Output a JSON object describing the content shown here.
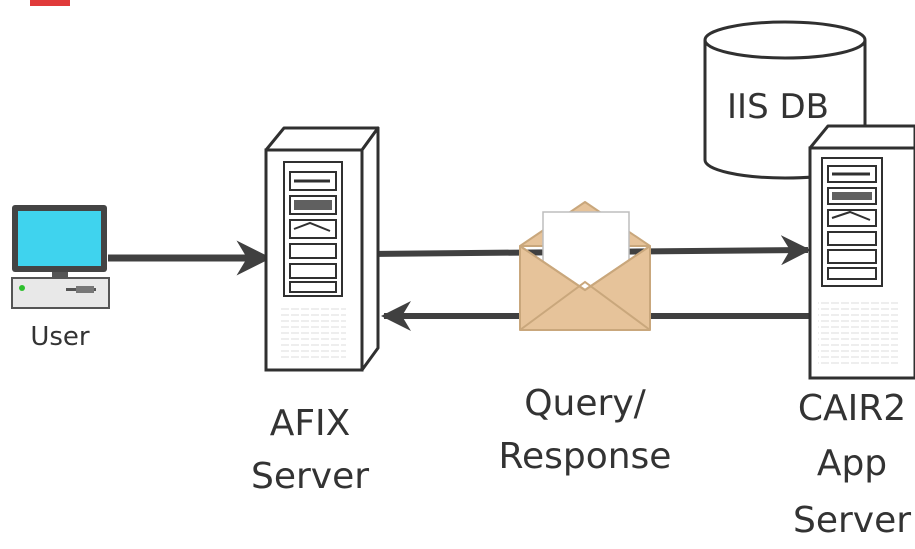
{
  "user": {
    "label": "User"
  },
  "afix": {
    "line1": "AFIX",
    "line2": "Server"
  },
  "message": {
    "line1": "Query/",
    "line2": "Response"
  },
  "cair2": {
    "line1": "CAIR2",
    "line2": "App",
    "line3": "Server"
  },
  "database": {
    "label": "IIS DB"
  },
  "colors": {
    "line": "#404040",
    "screen": "#3fd3ee",
    "envelope": "#e6c39a",
    "envelope_edge": "#c9a77c",
    "text": "#333333",
    "corner_mark": "#e03a3a"
  }
}
